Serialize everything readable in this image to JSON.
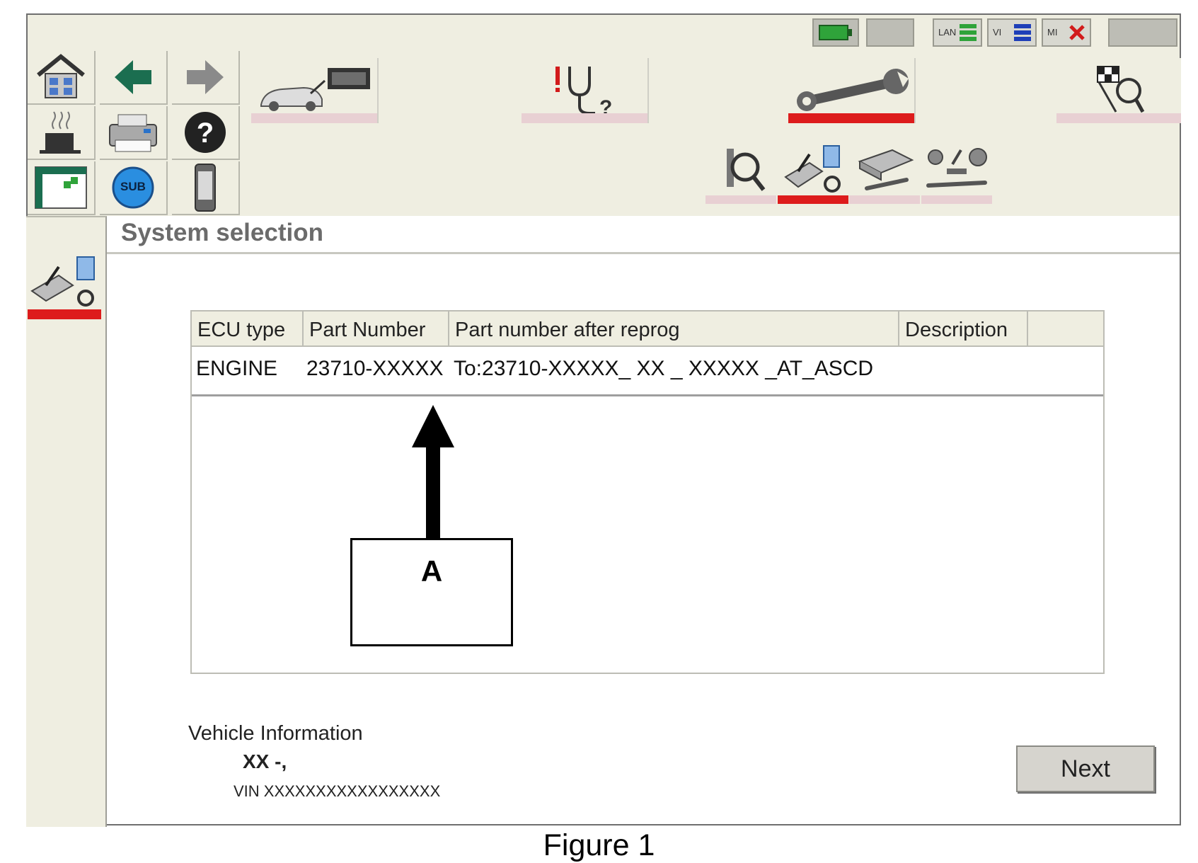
{
  "status_bar": {
    "lan_label": "LAN",
    "vi_label": "VI",
    "mi_label": "MI"
  },
  "icons": {
    "home": "home-icon",
    "back": "back-arrow-icon",
    "forward": "forward-arrow-icon",
    "coffee": "coffee-break-icon",
    "printer": "printer-icon",
    "help": "help-icon",
    "screen": "screen-capture-icon",
    "sub": "sub-mode-icon",
    "device": "device-icon"
  },
  "toolbar": {
    "sub_label": "SUB"
  },
  "page": {
    "title": "System selection"
  },
  "table": {
    "headers": [
      "ECU type",
      "Part Number",
      "Part number after reprog",
      "Description",
      ""
    ],
    "rows": [
      {
        "ecu_type": "ENGINE",
        "part_number": "23710-XXXXX",
        "after_reprog": "To:23710-XXXXX_ XX _ XXXXX _AT_ASCD",
        "description": ""
      }
    ]
  },
  "annotation": {
    "label": "A"
  },
  "vehicle_info": {
    "title": "Vehicle Information",
    "model": "XX -,",
    "vin": "VIN XXXXXXXXXXXXXXXXX"
  },
  "actions": {
    "next_label": "Next"
  },
  "caption": "Figure 1",
  "colors": {
    "panel": "#efeee1",
    "active_tab": "#dd1c1c",
    "inactive_tab": "#e8d0d3"
  }
}
